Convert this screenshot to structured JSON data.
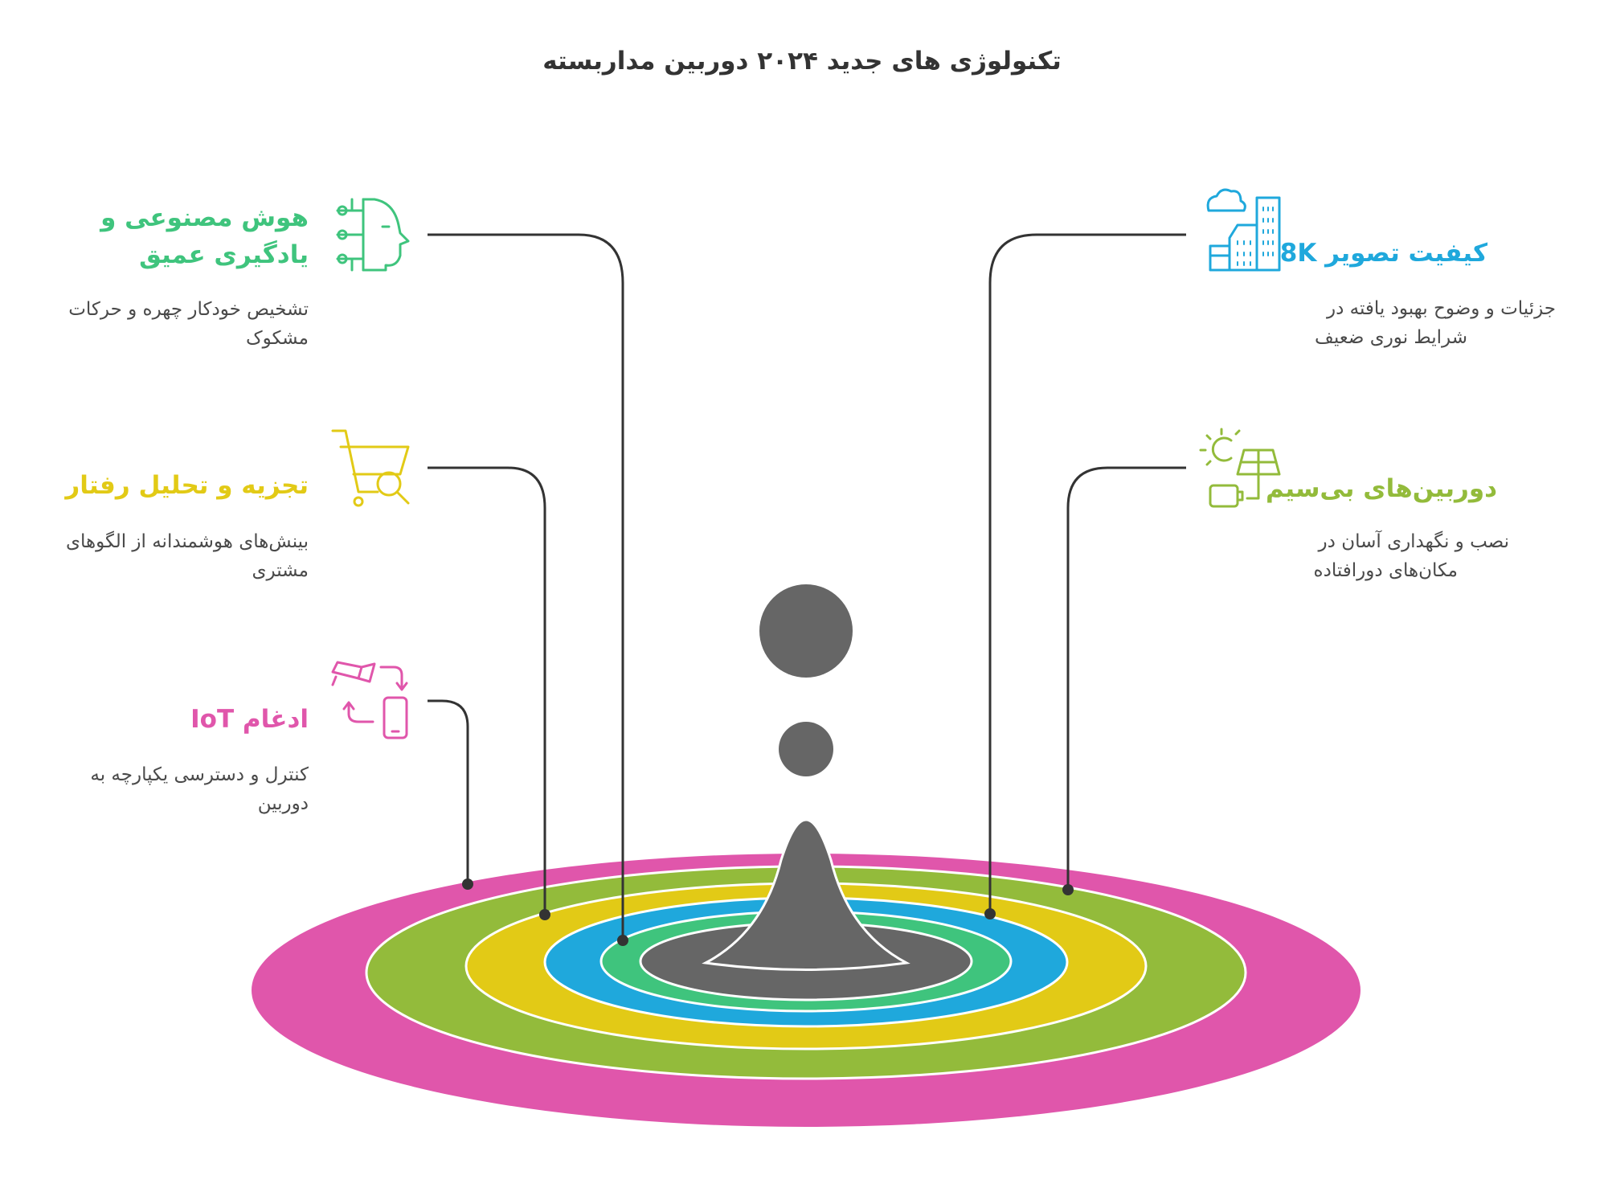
{
  "title": "تکنولوژی های جدید ۲۰۲۴ دوربین مداربسته",
  "colors": {
    "pink": "#e056ab",
    "lime": "#93bb3b",
    "yellow": "#e2ca16",
    "blue": "#1fa8dc",
    "green": "#3fc47d",
    "gray": "#666666",
    "line": "#333333"
  },
  "items": {
    "ai": {
      "title_line1": "هوش مصنوعی و",
      "title_line2": "یادگیری عمیق",
      "desc_line1": "تشخیص خودکار چهره و حرکات",
      "desc_line2": "مشکوک",
      "icon": "ai-head-icon"
    },
    "behavior": {
      "title": "تجزیه و تحلیل رفتار",
      "desc_line1": "بینش‌های هوشمندانه از الگوهای",
      "desc_line2": "مشتری",
      "icon": "shopping-cart-search-icon"
    },
    "iot": {
      "title": "ادغام IoT",
      "desc_line1": "کنترل و دسترسی یکپارچه به",
      "desc_line2": "دوربین",
      "icon": "camera-phone-sync-icon"
    },
    "k8": {
      "title": "کیفیت تصویر 8K",
      "desc_line1": "جزئیات و وضوح بهبود یافته در",
      "desc_line2": "شرایط نوری ضعیف",
      "icon": "city-buildings-icon"
    },
    "wireless": {
      "title": "دوربین‌های بی‌سیم",
      "desc_line1": "نصب و نگهداری آسان در",
      "desc_line2": "مکان‌های دورافتاده",
      "icon": "solar-battery-icon"
    }
  }
}
